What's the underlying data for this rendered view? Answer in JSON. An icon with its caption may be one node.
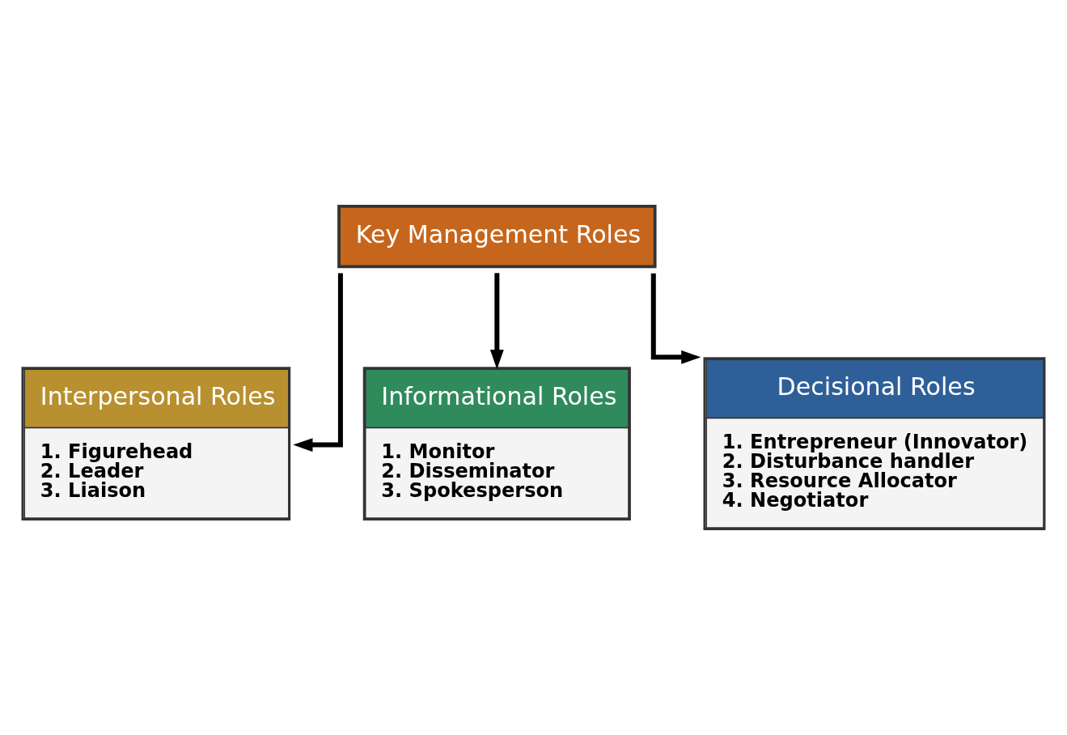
{
  "diagram": {
    "nodes": [
      {
        "text": [
          "Key Management Roles"
        ]
      },
      {
        "text": [
          "Interpersonal Roles",
          "1. Figurehead",
          "2. Leader",
          "3. Liaison"
        ]
      },
      {
        "text": [
          "Informational Roles",
          "1. Monitor",
          "2. Disseminator",
          "3. Spokesperson"
        ]
      },
      {
        "text": [
          "Decisional Roles",
          "1. Entrepreneur (Innovator)",
          "2. Disturbance handler",
          "3. Resource Allocator",
          "4. Negotiator"
        ]
      }
    ],
    "edges": [
      {
        "from": 0,
        "to": 1,
        "arrow": "to"
      },
      {
        "from": 0,
        "to": 2,
        "arrow": "to"
      },
      {
        "from": 0,
        "to": 3,
        "arrow": "to"
      }
    ]
  }
}
